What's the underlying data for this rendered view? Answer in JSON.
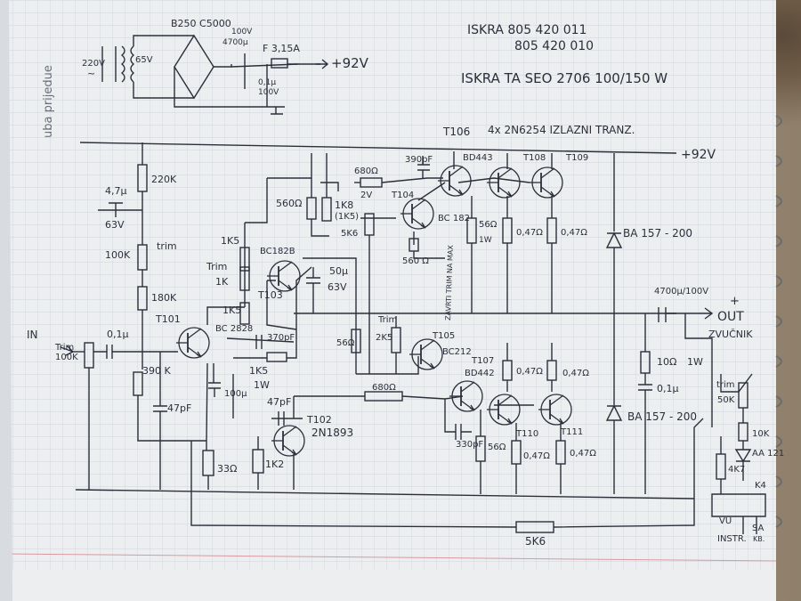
{
  "header": {
    "line1": "ISKRA   805 420 011",
    "line2": "805 420 010",
    "line3": "ISKRA TA SEO 2706   100/150 W",
    "output_transistors": "4x 2N6254 IZLAZNI TRANZ."
  },
  "side_writing": "uba prijedue",
  "power_supply": {
    "mains": "220V",
    "tilde": "~",
    "secondary": "65V",
    "bridge": "B250 C5000",
    "filter_cap": "4700μ",
    "filter_cap_voltage": "100V",
    "bypass_cap": "0,1μ",
    "bypass_voltage": "100V",
    "fuse": "F 3,15A",
    "rail": "+92V"
  },
  "rail_label": "+92V",
  "labels": {
    "r220k": "220K",
    "c47u": "4,7μ",
    "c47u_v": "63V",
    "trim_main": "trim",
    "r100k": "100K",
    "r180k": "180K",
    "in": "IN",
    "trim_in": "Trim",
    "trim_in_val": "100K",
    "c01u_in": "0,1μ",
    "r390k": "390 K",
    "c47pf_in": "47pF",
    "t101": "T101",
    "bc2828": "BC 2828",
    "r1k5_a": "1K5",
    "trim_1k_label": "Trim",
    "trim_1k_val": "1K",
    "r1k5_b": "1K5",
    "bc182b": "BC182B",
    "t103": "T103",
    "r560_a": "560Ω",
    "r1k8": "1K8",
    "r1k5_c": "(1K5)",
    "c50u": "50μ",
    "c50u_v": "63V",
    "c370pf": "370pF",
    "r1k5_d": "1K5",
    "r1k5_d_w": "1W",
    "c100u": "100μ",
    "c47pf_b": "47pF",
    "t102": "T102",
    "t102_type": "2N1893",
    "r33": "33Ω",
    "r1k2": "1K2",
    "r680_a": "680Ω",
    "v2": "2V",
    "c390pf_top": "390pF",
    "t104": "T104",
    "bc182": "BC 182",
    "r5k6_small": "5K6",
    "r560_b": "560 Ω",
    "zavrti": "ZAVRTI TRIM NA MAX",
    "t106": "T106",
    "bd443": "BD443",
    "t108": "T108",
    "t109": "T109",
    "r56_a": "56Ω",
    "r56_a_w": "1W",
    "r047_a": "0,47Ω",
    "r047_b": "0,47Ω",
    "ba157_a": "BA 157 - 200",
    "c4700_out": "4700μ/100V",
    "plus": "+",
    "out": "OUT",
    "zvucnik": "ZVUČNIK",
    "r56_b": "56Ω",
    "trim_2k5": "Trim",
    "trim_2k5_val": "2K5",
    "t105": "T105",
    "bc212": "BC212",
    "r680_b": "680Ω",
    "t107": "T107",
    "bd442": "BD442",
    "r047_c": "0,47Ω",
    "r047_d": "0,47Ω",
    "c330pf": "330pF",
    "r56_c": "56Ω",
    "t110": "T110",
    "t111": "T111",
    "r047_e": "0,47Ω",
    "r047_f": "0,47Ω",
    "r10": "10Ω",
    "r10_w": "1W",
    "c01u_out": "0,1μ",
    "ba157_b": "BA 157 - 200",
    "trim_50k": "trim",
    "trim_50k_val": "50K",
    "r10k": "10K",
    "aa121": "AA 121",
    "r4k7": "4K7",
    "k4": "K4",
    "r5k6": "5K6",
    "vu": "VU",
    "instr": "INSTR.",
    "sa": "SA",
    "kb": "KB."
  },
  "colors": {
    "ink": "#2c2f3a",
    "paper": "#eceef0",
    "grid": "#c9ced6",
    "margin": "#d79aa0"
  }
}
